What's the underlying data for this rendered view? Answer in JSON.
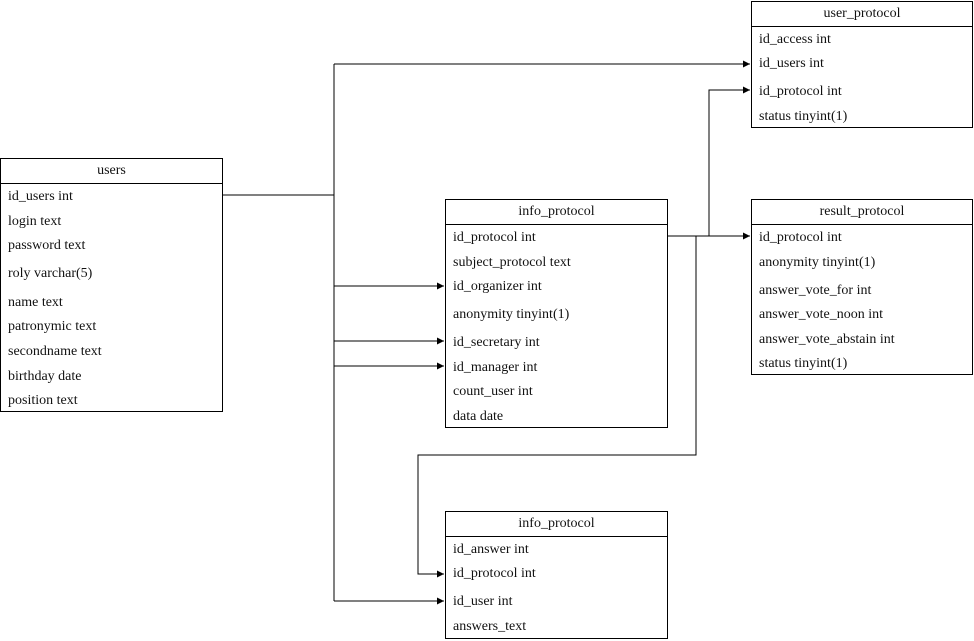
{
  "tables": {
    "users": {
      "title": "users",
      "rows": [
        "id_users int",
        "login text",
        "password text",
        "roly varchar(5)",
        "name text",
        "patronymic text",
        "secondname text",
        "birthday date",
        "position text"
      ]
    },
    "user_protocol": {
      "title": "user_protocol",
      "rows": [
        "id_access int",
        "id_users int",
        "id_protocol int",
        "status tinyint(1)"
      ]
    },
    "info_protocol_main": {
      "title": "info_protocol",
      "rows": [
        "id_protocol int",
        "subject_protocol text",
        "id_organizer int",
        "anonymity tinyint(1)",
        "id_secretary int",
        "id_manager int",
        "count_user int",
        "data date"
      ]
    },
    "result_protocol": {
      "title": "result_protocol",
      "rows": [
        "id_protocol int",
        "anonymity tinyint(1)",
        "answer_vote_for int",
        "answer_vote_noon int",
        "answer_vote_abstain int",
        "status tinyint(1)"
      ]
    },
    "info_protocol_answers": {
      "title": "info_protocol",
      "rows": [
        "id_answer int",
        "id_protocol int",
        "id_user int",
        "answers_text"
      ]
    }
  },
  "colors": {
    "line": "#000000",
    "border": "#000000",
    "background": "#ffffff",
    "text": "#111111"
  }
}
